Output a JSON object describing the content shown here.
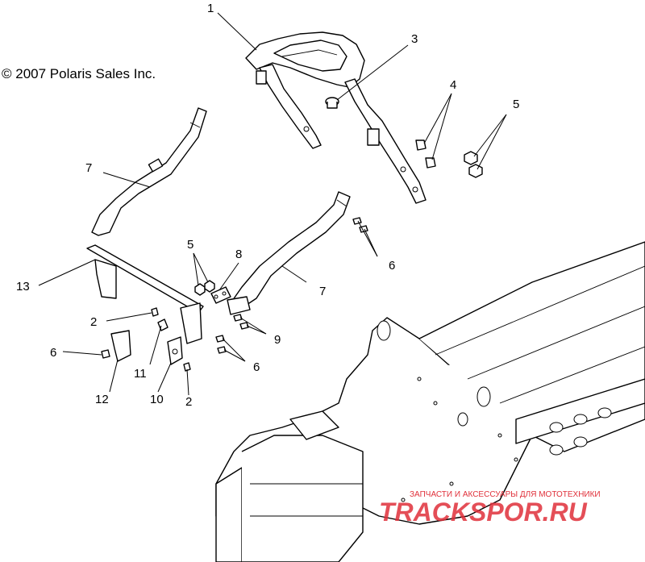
{
  "copyright": "© 2007 Polaris Sales Inc.",
  "callouts": [
    {
      "id": "c1",
      "text": "1"
    },
    {
      "id": "c3",
      "text": "3"
    },
    {
      "id": "c4",
      "text": "4"
    },
    {
      "id": "c5a",
      "text": "5"
    },
    {
      "id": "c7a",
      "text": "7"
    },
    {
      "id": "c5b",
      "text": "5"
    },
    {
      "id": "c8",
      "text": "8"
    },
    {
      "id": "c6a",
      "text": "6"
    },
    {
      "id": "c7b",
      "text": "7"
    },
    {
      "id": "c13",
      "text": "13"
    },
    {
      "id": "c2a",
      "text": "2"
    },
    {
      "id": "c9",
      "text": "9"
    },
    {
      "id": "c6b",
      "text": "6"
    },
    {
      "id": "c11",
      "text": "11"
    },
    {
      "id": "c6c",
      "text": "6"
    },
    {
      "id": "c12",
      "text": "12"
    },
    {
      "id": "c10",
      "text": "10"
    },
    {
      "id": "c2b",
      "text": "2"
    }
  ],
  "watermark": {
    "caption": "ЗАПЧАСТИ И АКСЕССУАРЫ ДЛЯ МОТОТЕХНИКИ",
    "logo": "TRACKSPOR.RU",
    "color": "#e0303a"
  }
}
